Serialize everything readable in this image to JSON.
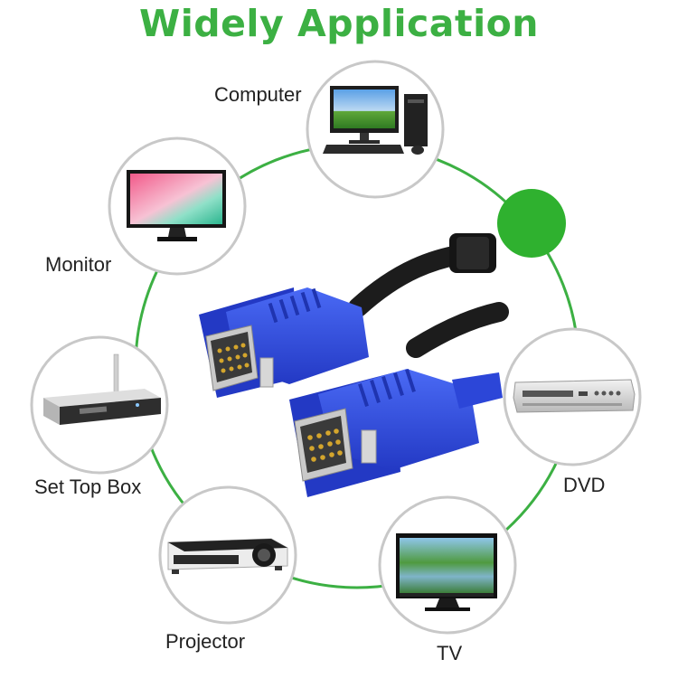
{
  "title": "Widely Application",
  "colors": {
    "accent_green": "#3cb043",
    "connector_blue": "#2f4ee0",
    "cable_black": "#1c1c1c"
  },
  "devices": [
    {
      "label": "Computer",
      "icon": "computer-icon"
    },
    {
      "label": "Monitor",
      "icon": "monitor-icon"
    },
    {
      "label": "Set Top Box",
      "icon": "set-top-box-icon"
    },
    {
      "label": "Projector",
      "icon": "projector-icon"
    },
    {
      "label": "TV",
      "icon": "tv-icon"
    },
    {
      "label": "DVD",
      "icon": "dvd-player-icon"
    }
  ],
  "product": {
    "icon": "vga-cable-icon"
  }
}
